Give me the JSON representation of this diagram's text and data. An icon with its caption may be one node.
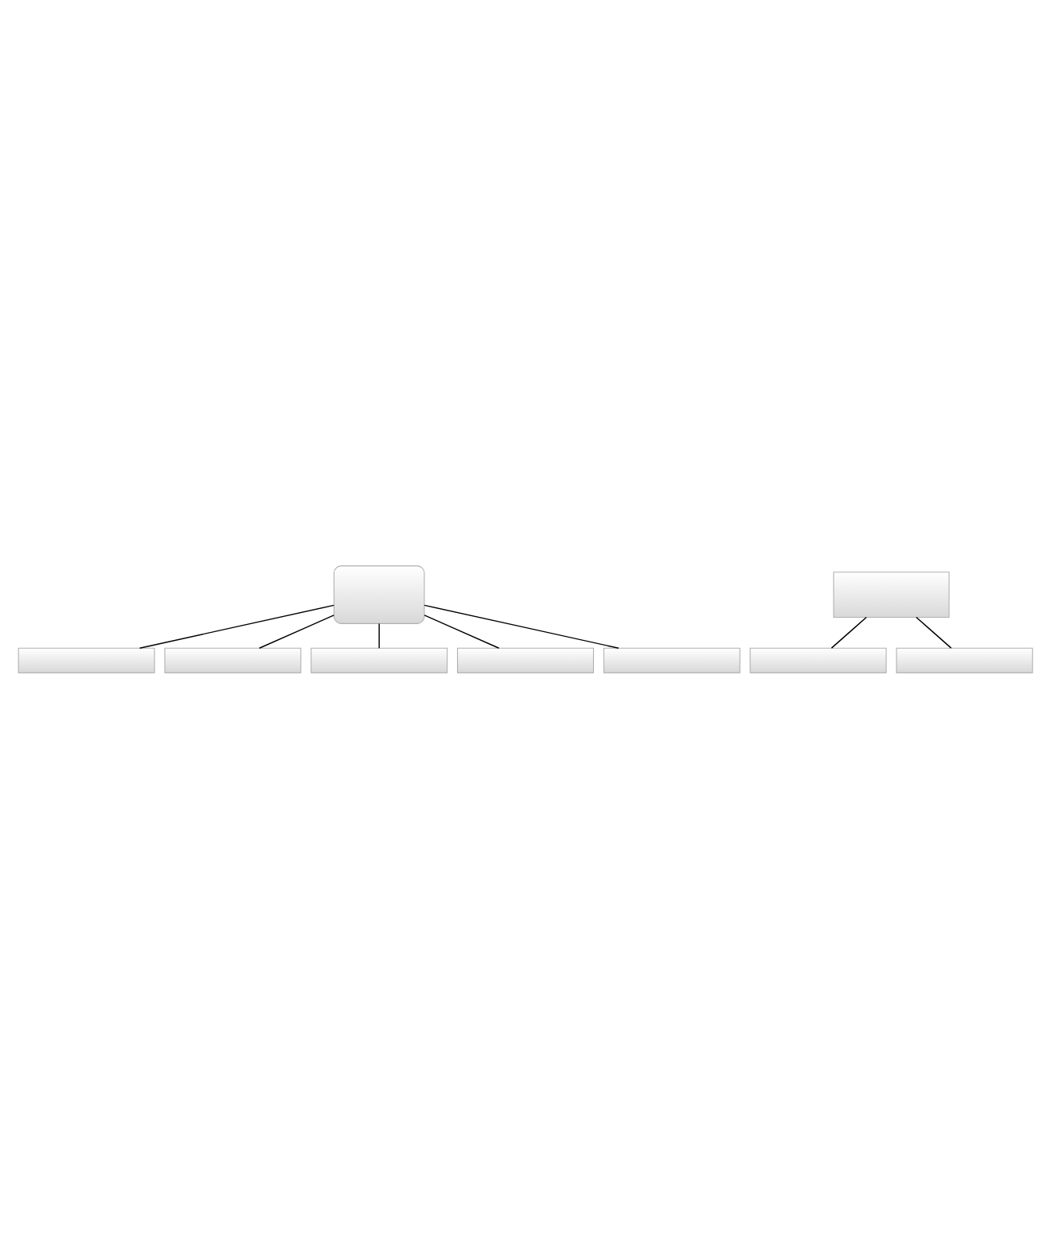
{
  "diagram": {
    "nodes": [
      {
        "text": [],
        "shape": "box"
      },
      {
        "text": [],
        "shape": "box"
      },
      {
        "text": [],
        "shape": "box"
      },
      {
        "text": [],
        "shape": "box"
      },
      {
        "text": [],
        "shape": "box"
      },
      {
        "text": [],
        "shape": "box"
      },
      {
        "text": [],
        "shape": "box"
      },
      {
        "text": [],
        "shape": "box"
      },
      {
        "text": [],
        "shape": "box"
      }
    ],
    "edges": [
      {
        "from": 0,
        "to": 1,
        "arrow": "none"
      },
      {
        "from": 0,
        "to": 2,
        "arrow": "none"
      },
      {
        "from": 0,
        "to": 3,
        "arrow": "none"
      },
      {
        "from": 0,
        "to": 4,
        "arrow": "none"
      },
      {
        "from": 0,
        "to": 5,
        "arrow": "none"
      },
      {
        "from": 6,
        "to": 7,
        "arrow": "none"
      },
      {
        "from": 6,
        "to": 8,
        "arrow": "none"
      }
    ]
  }
}
